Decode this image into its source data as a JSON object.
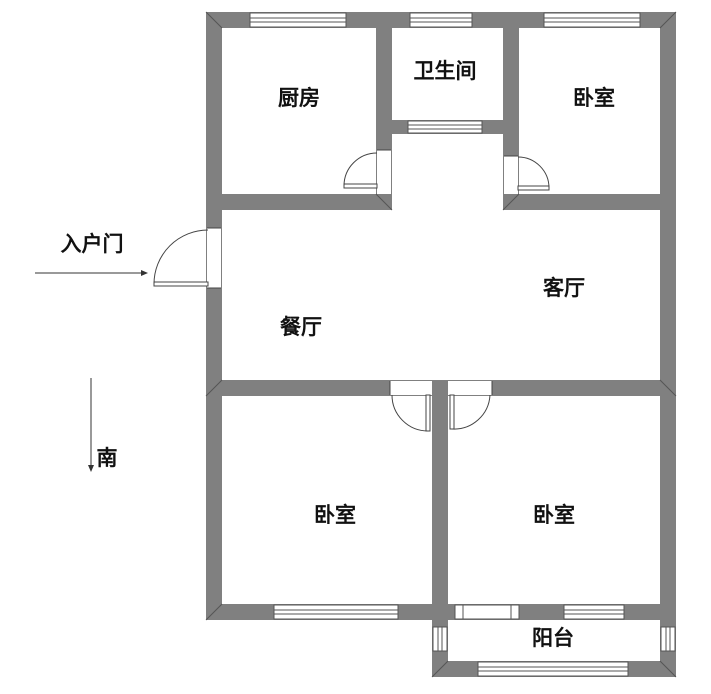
{
  "labels": {
    "kitchen": "厨房",
    "bathroom": "卫生间",
    "bedroom_north": "卧室",
    "living_room": "客厅",
    "dining_room": "餐厅",
    "bedroom_southwest": "卧室",
    "bedroom_southeast": "卧室",
    "balcony": "阳台",
    "entrance": "入户门",
    "south": "南"
  },
  "colors": {
    "wall": "#808080",
    "window": "#ffffff",
    "line": "#444444",
    "background": "#ffffff"
  }
}
